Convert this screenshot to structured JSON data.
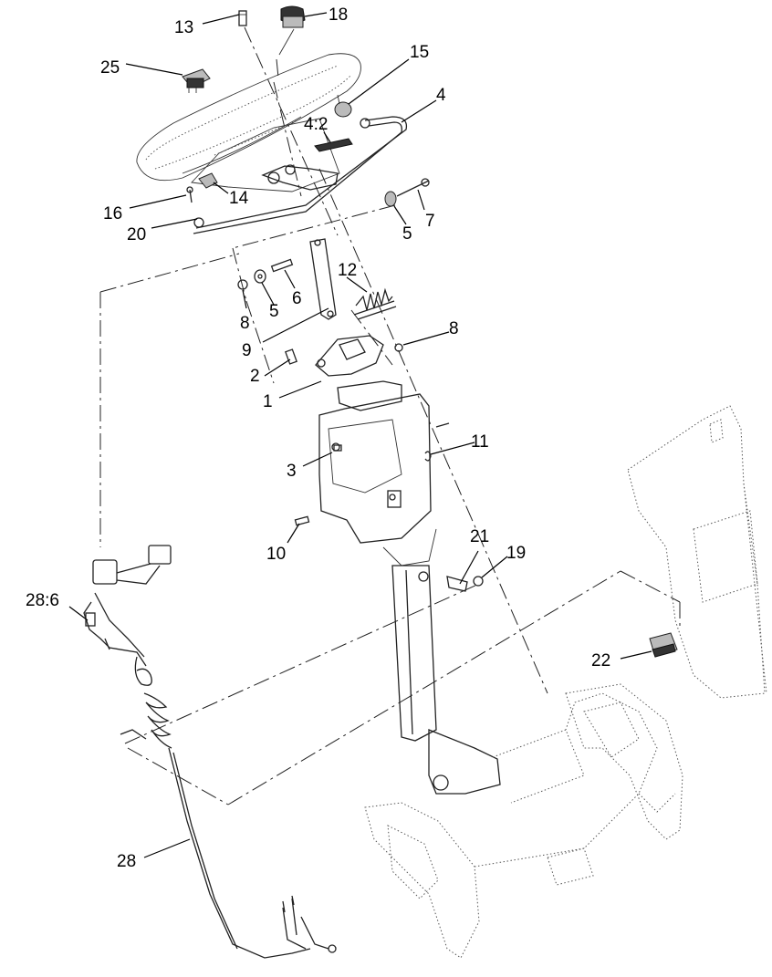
{
  "callouts": [
    {
      "id": "c13",
      "text": "13"
    },
    {
      "id": "c18",
      "text": "18"
    },
    {
      "id": "c25",
      "text": "25"
    },
    {
      "id": "c15",
      "text": "15"
    },
    {
      "id": "c4",
      "text": "4"
    },
    {
      "id": "c4-2",
      "text": "4:2"
    },
    {
      "id": "c16",
      "text": "16"
    },
    {
      "id": "c14",
      "text": "14"
    },
    {
      "id": "c20",
      "text": "20"
    },
    {
      "id": "c5a",
      "text": "5"
    },
    {
      "id": "c7",
      "text": "7"
    },
    {
      "id": "c12",
      "text": "12"
    },
    {
      "id": "c8a",
      "text": "8"
    },
    {
      "id": "c5b",
      "text": "5"
    },
    {
      "id": "c6",
      "text": "6"
    },
    {
      "id": "c9",
      "text": "9"
    },
    {
      "id": "c8b",
      "text": "8"
    },
    {
      "id": "c2",
      "text": "2"
    },
    {
      "id": "c1",
      "text": "1"
    },
    {
      "id": "c11",
      "text": "11"
    },
    {
      "id": "c3",
      "text": "3"
    },
    {
      "id": "c10",
      "text": "10"
    },
    {
      "id": "c21",
      "text": "21"
    },
    {
      "id": "c19",
      "text": "19"
    },
    {
      "id": "c28-6",
      "text": "28:6"
    },
    {
      "id": "c22",
      "text": "22"
    },
    {
      "id": "c28",
      "text": "28"
    }
  ]
}
